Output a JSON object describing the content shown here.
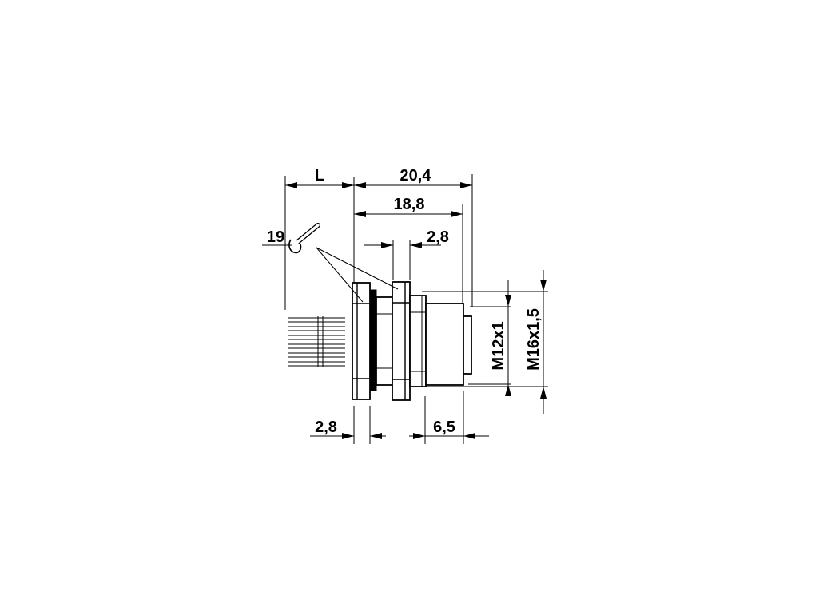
{
  "drawing": {
    "dimensions": {
      "length_L": "L",
      "overall_length": "20,4",
      "body_length": "18,8",
      "nut_width": "2,8",
      "wrench_size": "19",
      "panel_thickness": "2,8",
      "thread_length": "6,5",
      "thread_m12": "M12x1",
      "thread_m16": "M16x1,5"
    },
    "icons": {
      "wrench": "wrench-icon"
    },
    "colors": {
      "line": "#000000",
      "background": "#ffffff"
    }
  }
}
